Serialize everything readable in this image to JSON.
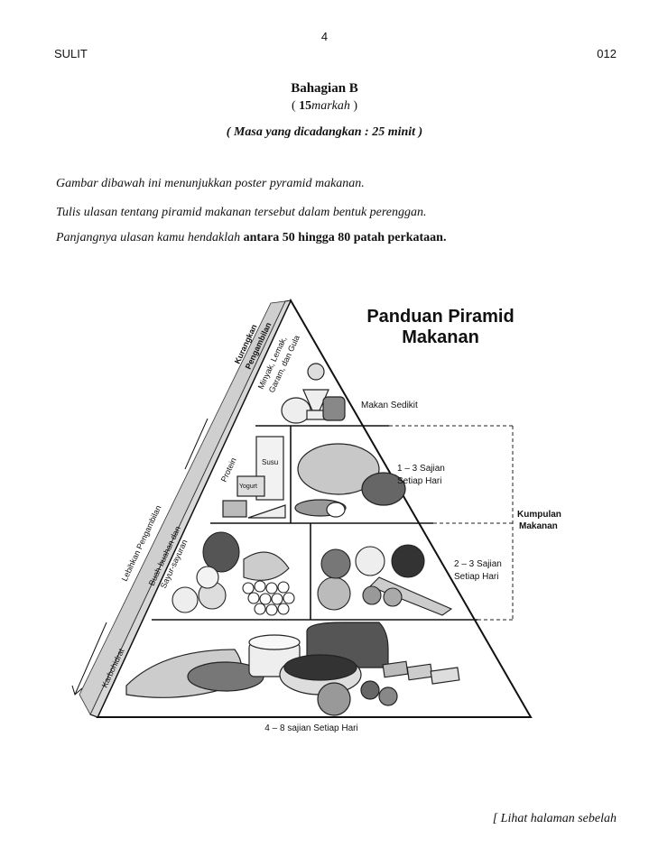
{
  "header": {
    "page_number": "4",
    "left": "SULIT",
    "right": "012"
  },
  "section": {
    "title": "Bahagian B",
    "marks_open": "( ",
    "marks_number": "15",
    "marks_unit": "markah",
    "marks_close": " )",
    "time": "( Masa yang dicadangkan : 25 minit )"
  },
  "instructions": {
    "line1": "Gambar dibawah ini menunjukkan poster pyramid makanan.",
    "line2": "Tulis ulasan tentang piramid makanan tersebut dalam bentuk perenggan.",
    "line3_prefix": "Panjangnya ulasan kamu hendaklah ",
    "line3_bold": "antara 50 hingga 80 patah perkataan."
  },
  "poster": {
    "title_line1": "Panduan Piramid",
    "title_line2": "Makanan",
    "tiers": {
      "top_side_1": "Kurangkan",
      "top_side_2": "Pengambilan",
      "fats_1": "Minyak, Lemak,",
      "fats_2": "Garam, dan Gula",
      "protein": "Protein",
      "fruit_veg_1": "Buah-buahan dan",
      "fruit_veg_2": "Sayur-sayuran",
      "carbs": "Karbohidrat",
      "more_intake": "Lebihkan Pengambilan"
    },
    "serving_labels": {
      "little": "Makan Sedikit",
      "protein_1": "1 – 3 Sajian",
      "protein_2": "Setiap Hari",
      "fruit_1": "2 – 3 Sajian",
      "fruit_2": "Setiap Hari",
      "carbs": "4 – 8 sajian Setiap Hari"
    },
    "group_label_1": "Kumpulan",
    "group_label_2": "Makanan",
    "food_labels": {
      "milk": "Susu",
      "yogurt": "Yogurt"
    }
  },
  "footer": "[ Lihat halaman sebelah"
}
